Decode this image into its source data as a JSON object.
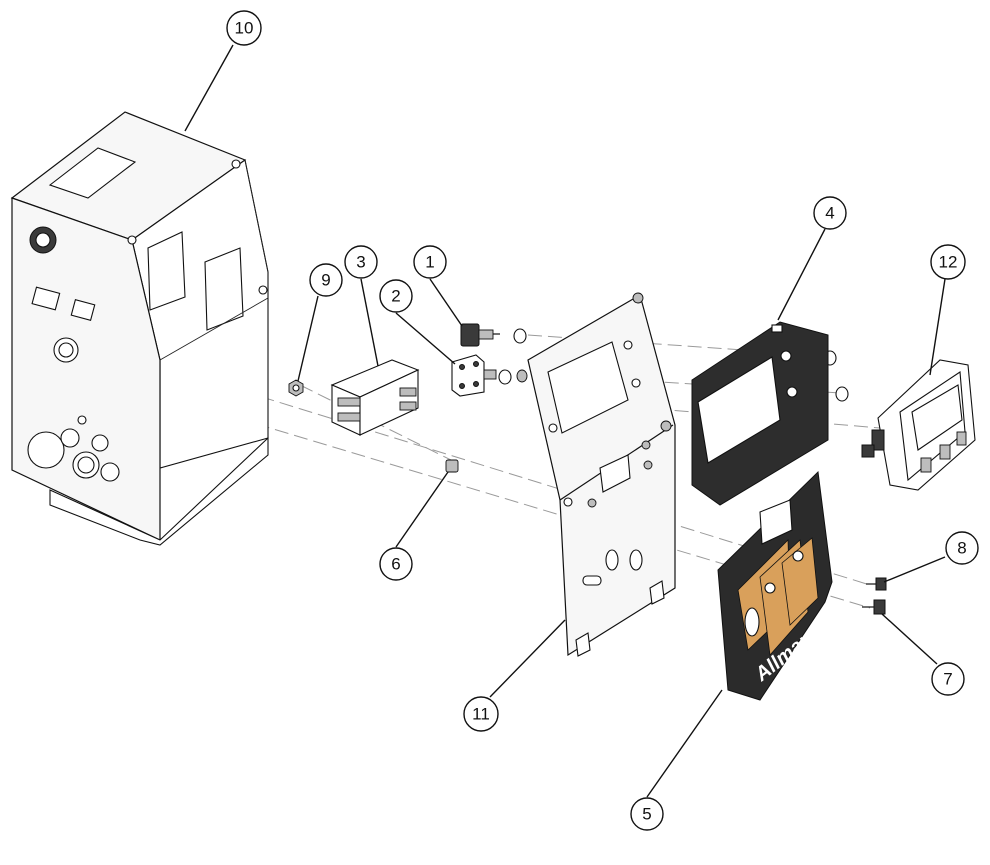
{
  "callouts": [
    {
      "label": "1"
    },
    {
      "label": "2"
    },
    {
      "label": "3"
    },
    {
      "label": "4"
    },
    {
      "label": "5"
    },
    {
      "label": "6"
    },
    {
      "label": "7"
    },
    {
      "label": "8"
    },
    {
      "label": "9"
    },
    {
      "label": "10"
    },
    {
      "label": "11"
    },
    {
      "label": "12"
    }
  ],
  "decal": {
    "brand": "Allmand"
  },
  "colors": {
    "decal_black": "#2b2b2b",
    "decal_orange": "#d9a05b",
    "gasket": "#2d2d2d"
  }
}
